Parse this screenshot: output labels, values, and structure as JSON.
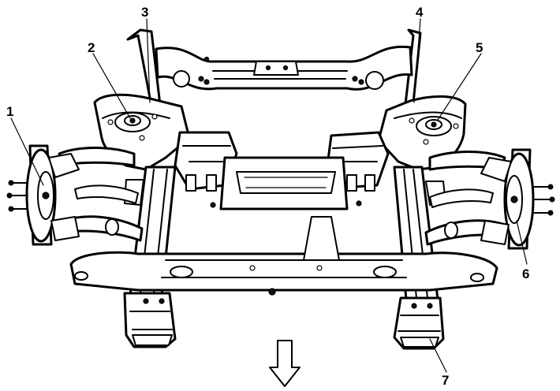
{
  "callouts": [
    {
      "label": "1"
    },
    {
      "label": "2"
    },
    {
      "label": "3"
    },
    {
      "label": "4"
    },
    {
      "label": "5"
    },
    {
      "label": "6"
    },
    {
      "label": "7"
    }
  ],
  "colors": {
    "ink": "#000000",
    "background": "#ffffff"
  },
  "icons": {
    "direction_arrow": "arrow-down-icon"
  }
}
